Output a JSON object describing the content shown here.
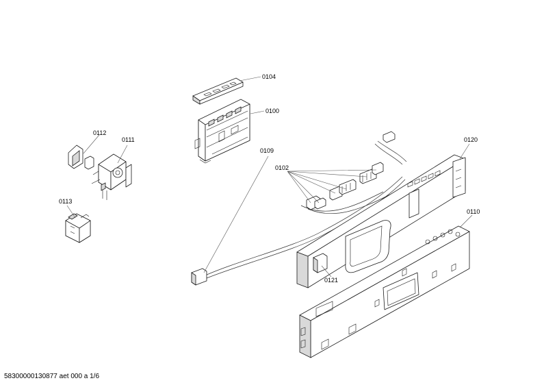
{
  "callouts": {
    "p0104": "0104",
    "p0100": "0100",
    "p0109": "0109",
    "p0102": "0102",
    "p0112": "0112",
    "p0111": "0111",
    "p0113": "0113",
    "p0120": "0120",
    "p0110": "0110",
    "p0121": "0121"
  },
  "footer": "58300000130877 aet 000 a 1/6"
}
